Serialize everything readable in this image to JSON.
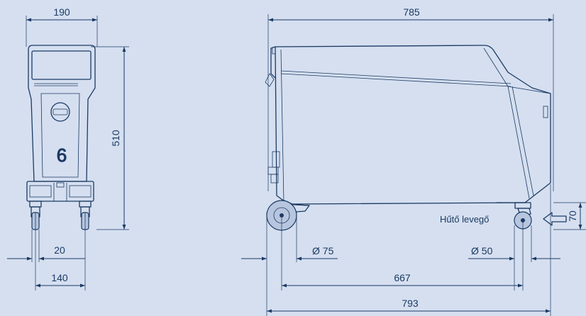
{
  "front_view": {
    "width_label": "190",
    "height_label": "510",
    "caster_width_label": "20",
    "caster_spacing_label": "140",
    "logo_glyph": "6"
  },
  "side_view": {
    "overall_length_label": "785",
    "front_wheel_diameter_label": "Ø 75",
    "rear_wheel_diameter_label": "Ø 50",
    "wheelbase_label": "667",
    "total_length_label": "793",
    "airflow_label": "Hűtő levegő",
    "inlet_height_label": "70"
  },
  "colors": {
    "background": "#d5dff0",
    "line": "#1c3a63",
    "panel_fill": "#e4ebf6",
    "wheel_fill": "#b7c6de"
  }
}
